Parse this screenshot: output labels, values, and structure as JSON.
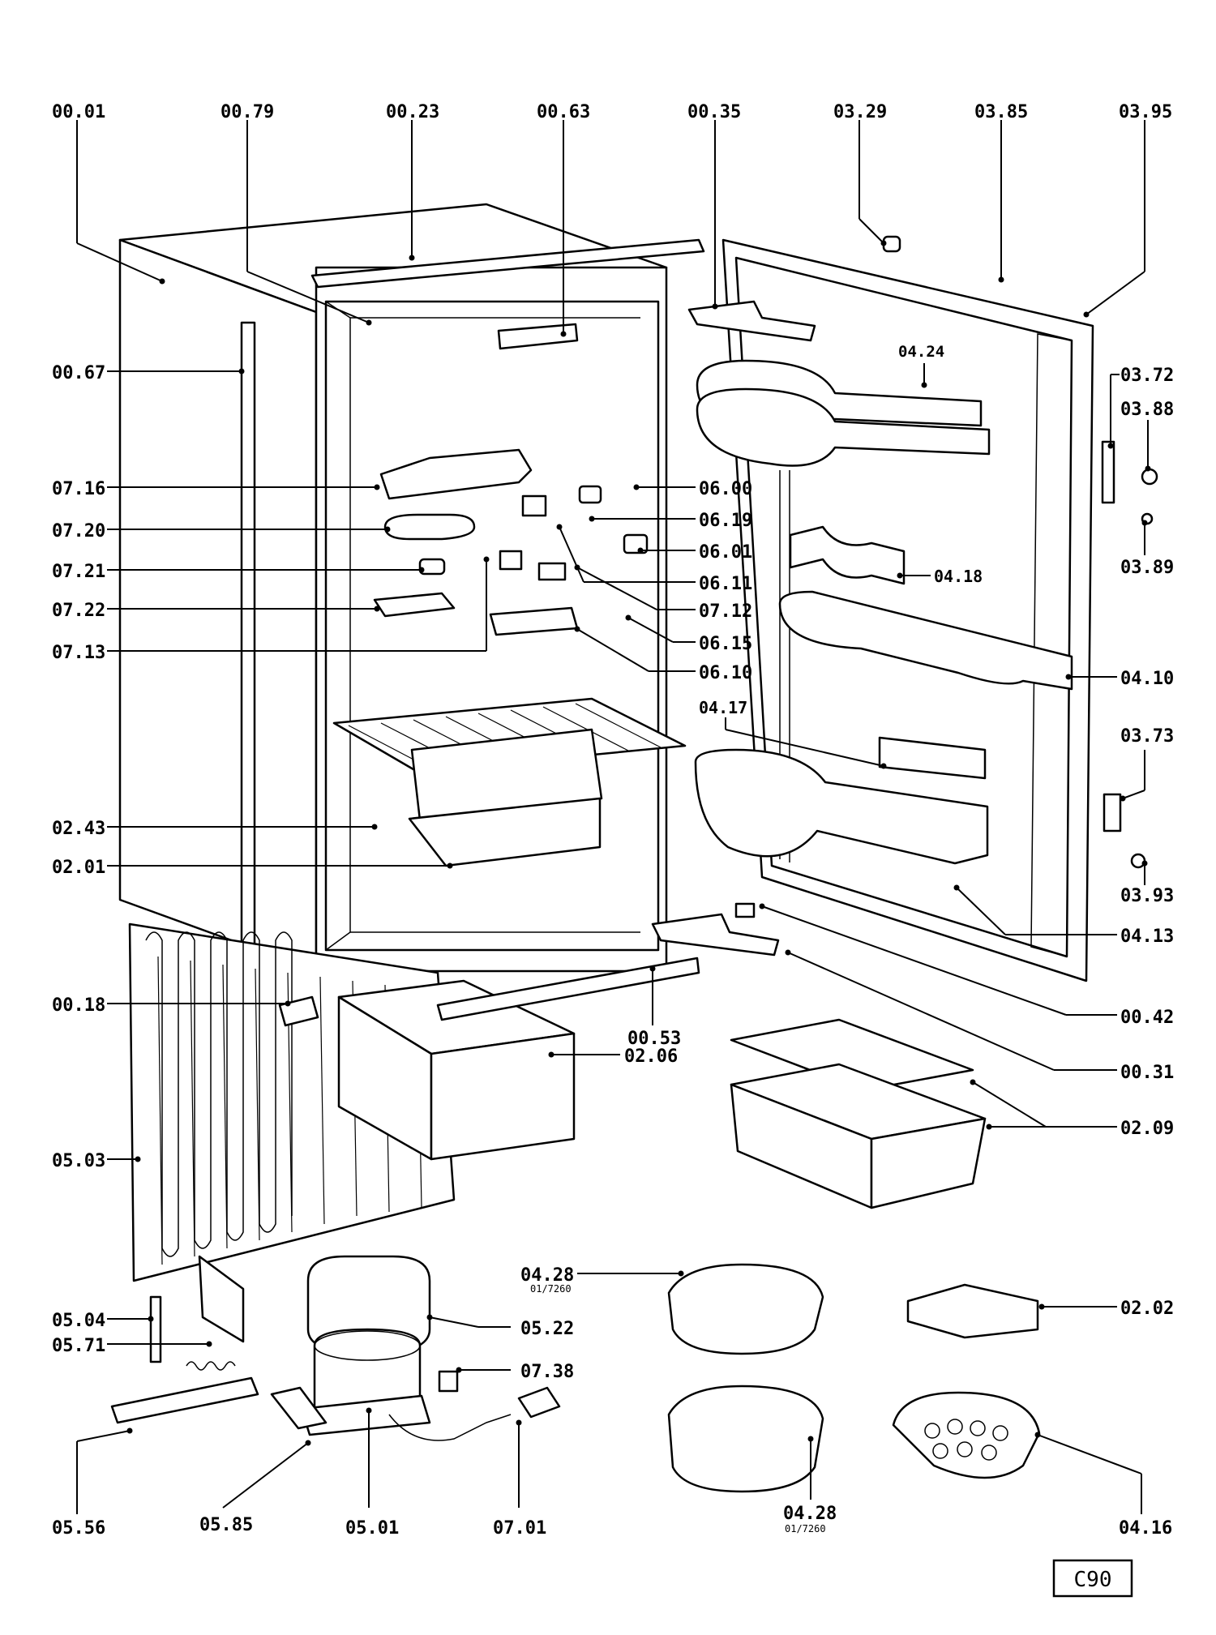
{
  "diagram": {
    "colors": {
      "ink": "#000000",
      "paper": "#ffffff"
    },
    "labels": [
      {
        "id": "l0001",
        "text": "00.01"
      },
      {
        "id": "l0079",
        "text": "00.79"
      },
      {
        "id": "l0023",
        "text": "00.23"
      },
      {
        "id": "l0063",
        "text": "00.63"
      },
      {
        "id": "l0035",
        "text": "00.35"
      },
      {
        "id": "l0329",
        "text": "03.29"
      },
      {
        "id": "l0385",
        "text": "03.85"
      },
      {
        "id": "l0395",
        "text": "03.95"
      },
      {
        "id": "l0424",
        "text": "04.24"
      },
      {
        "id": "l0372",
        "text": "03.72"
      },
      {
        "id": "l0388",
        "text": "03.88"
      },
      {
        "id": "l0389",
        "text": "03.89"
      },
      {
        "id": "l0067",
        "text": "00.67"
      },
      {
        "id": "l0716",
        "text": "07.16"
      },
      {
        "id": "l0600",
        "text": "06.00"
      },
      {
        "id": "l0720",
        "text": "07.20"
      },
      {
        "id": "l0619",
        "text": "06.19"
      },
      {
        "id": "l0601",
        "text": "06.01"
      },
      {
        "id": "l0721",
        "text": "07.21"
      },
      {
        "id": "l0611",
        "text": "06.11"
      },
      {
        "id": "l0418",
        "text": "04.18"
      },
      {
        "id": "l0722",
        "text": "07.22"
      },
      {
        "id": "l0712",
        "text": "07.12"
      },
      {
        "id": "l0615",
        "text": "06.15"
      },
      {
        "id": "l0713",
        "text": "07.13"
      },
      {
        "id": "l0610",
        "text": "06.10"
      },
      {
        "id": "l0410",
        "text": "04.10"
      },
      {
        "id": "l0417",
        "text": "04.17"
      },
      {
        "id": "l0373",
        "text": "03.73"
      },
      {
        "id": "l0243",
        "text": "02.43"
      },
      {
        "id": "l0201",
        "text": "02.01"
      },
      {
        "id": "l0393",
        "text": "03.93"
      },
      {
        "id": "l0413",
        "text": "04.13"
      },
      {
        "id": "l0018",
        "text": "00.18"
      },
      {
        "id": "l0042",
        "text": "00.42"
      },
      {
        "id": "l0053",
        "text": "00.53"
      },
      {
        "id": "l0206",
        "text": "02.06"
      },
      {
        "id": "l0031",
        "text": "00.31"
      },
      {
        "id": "l0209",
        "text": "02.09"
      },
      {
        "id": "l0503",
        "text": "05.03"
      },
      {
        "id": "l0428a",
        "text": "04.28"
      },
      {
        "id": "l0202",
        "text": "02.02"
      },
      {
        "id": "l0504",
        "text": "05.04"
      },
      {
        "id": "l0522",
        "text": "05.22"
      },
      {
        "id": "l0571",
        "text": "05.71"
      },
      {
        "id": "l0738",
        "text": "07.38"
      },
      {
        "id": "l0556",
        "text": "05.56"
      },
      {
        "id": "l0585",
        "text": "05.85"
      },
      {
        "id": "l0501",
        "text": "05.01"
      },
      {
        "id": "l0701",
        "text": "07.01"
      },
      {
        "id": "l0428b",
        "text": "04.28"
      },
      {
        "id": "l0416",
        "text": "04.16"
      }
    ],
    "sublabels": [
      {
        "id": "s0428a",
        "text": "01/7260"
      },
      {
        "id": "s0428b",
        "text": "01/7260"
      }
    ],
    "page_ref": "C90"
  }
}
